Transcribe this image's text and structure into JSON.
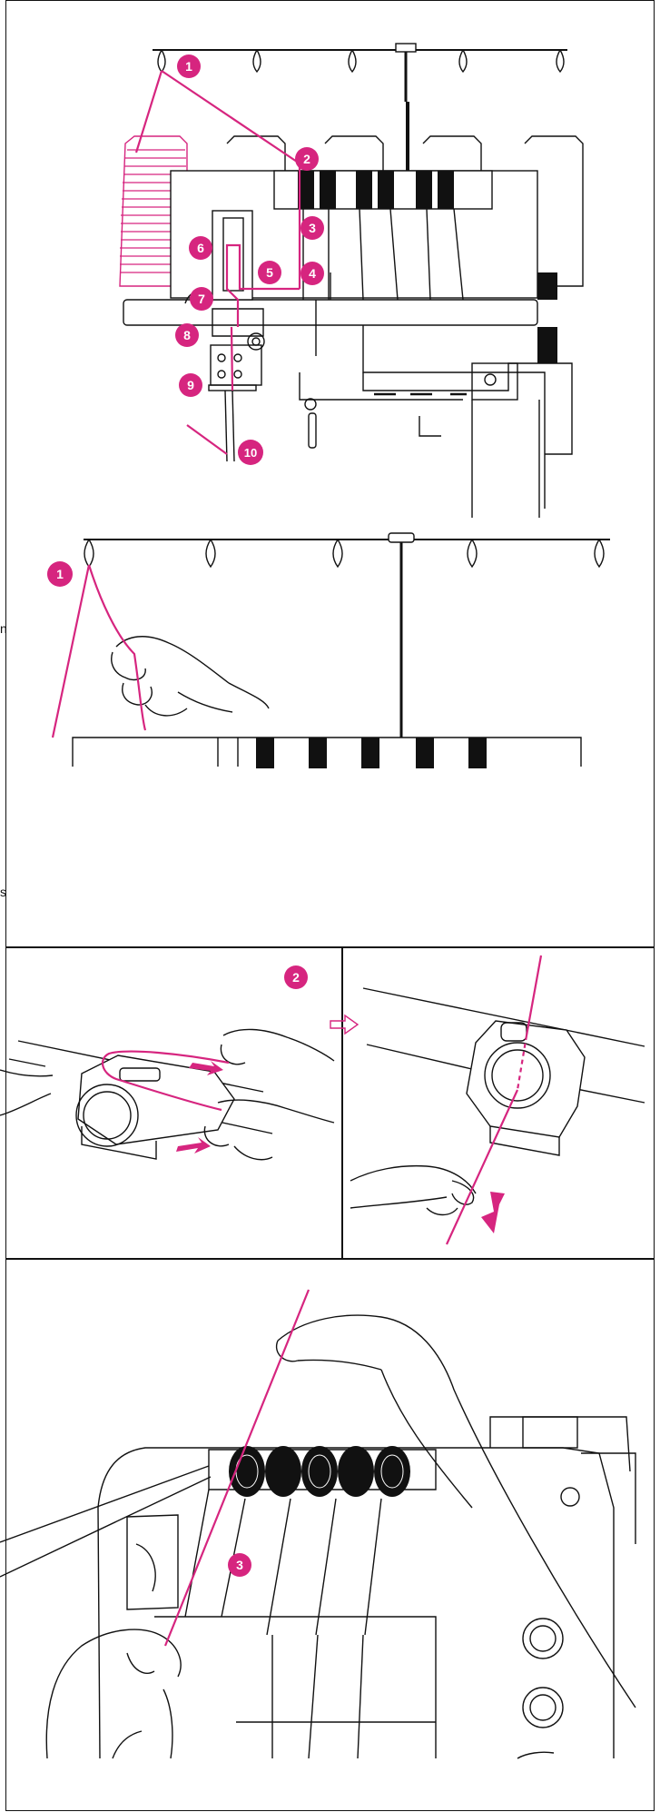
{
  "edge_fragments": [
    {
      "id": "frag1",
      "text": "n"
    },
    {
      "id": "frag2",
      "text": "s"
    }
  ],
  "callouts": {
    "panel1": [
      "1",
      "2",
      "3",
      "4",
      "5",
      "6",
      "7",
      "8",
      "9",
      "10"
    ],
    "panel2": [
      "1"
    ],
    "panel3": [
      "2"
    ],
    "panel5": [
      "3"
    ]
  },
  "colors": {
    "accent": "#D6257F",
    "line": "#111111",
    "background": "#FFFFFF"
  }
}
